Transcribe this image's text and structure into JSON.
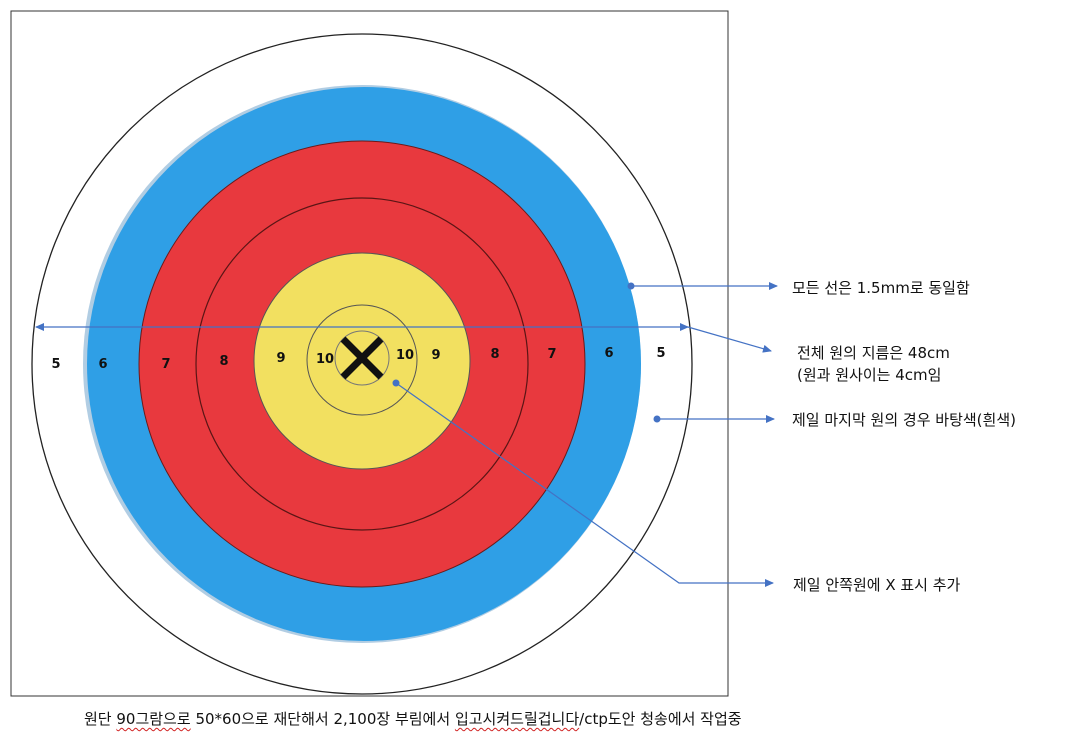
{
  "rings": [
    {
      "score": "5",
      "color": "#ffffff"
    },
    {
      "score": "6",
      "color": "#2f9fe6"
    },
    {
      "score": "7",
      "color": "#e8393e"
    },
    {
      "score": "8",
      "color": "#e8393e"
    },
    {
      "score": "9",
      "color": "#f2e060"
    },
    {
      "score": "10",
      "color": "#f2e060"
    }
  ],
  "center_mark": "X",
  "annotations": {
    "lines": "모든 선은 1.5mm로 동일함",
    "diameter_1": "전체 원의 지름은 48cm",
    "diameter_2": "(원과 원사이는 4cm임",
    "outer_ring": "제일 마지막 원의 경우 바탕색(흰색)",
    "inner_x": "제일 안쪽원에 X 표시 추가"
  },
  "footer": {
    "part1": "원단 ",
    "part2": "90그람으로",
    "part3": " 50*60으로 재단해서 2,100장 부림에서 ",
    "part4": "입고시켜드릴겁니다",
    "part5": "/ctp도안 청송에서 작업중"
  },
  "colors": {
    "arrow": "#4472c4",
    "ring_line": "#333333"
  }
}
